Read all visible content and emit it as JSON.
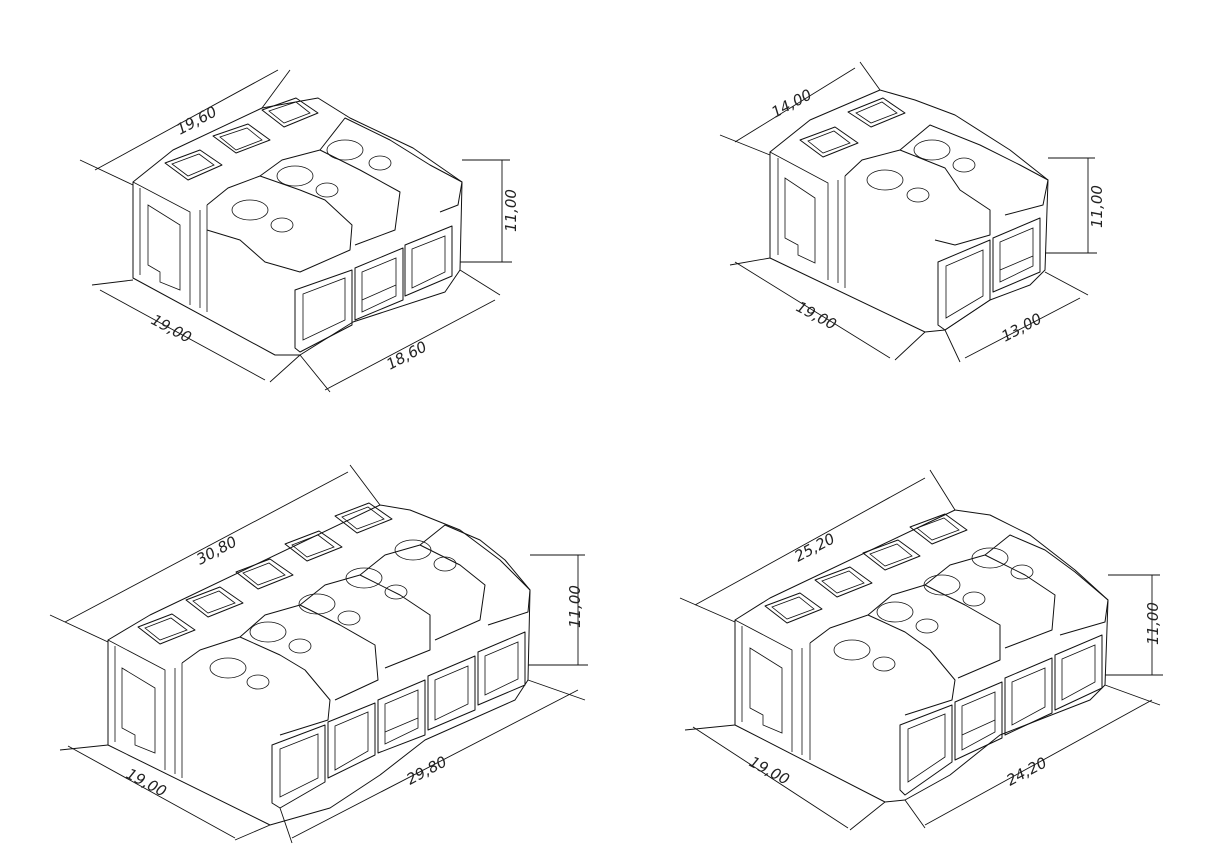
{
  "drawings": [
    {
      "id": "three-pole",
      "poles": 3,
      "dims": {
        "width_top": "19,60",
        "width_front": "18,60",
        "depth": "19,00",
        "height": "11,00"
      }
    },
    {
      "id": "two-pole",
      "poles": 2,
      "dims": {
        "width_top": "14,00",
        "width_front": "13,00",
        "depth": "19,00",
        "height": "11,00"
      }
    },
    {
      "id": "five-pole",
      "poles": 5,
      "dims": {
        "width_top": "30,80",
        "width_front": "29,80",
        "depth": "19,00",
        "height": "11,00"
      }
    },
    {
      "id": "four-pole",
      "poles": 4,
      "dims": {
        "width_top": "25,20",
        "width_front": "24,20",
        "depth": "19,00",
        "height": "11,00"
      }
    }
  ],
  "colors": {
    "line": "#111111",
    "background": "#ffffff"
  }
}
